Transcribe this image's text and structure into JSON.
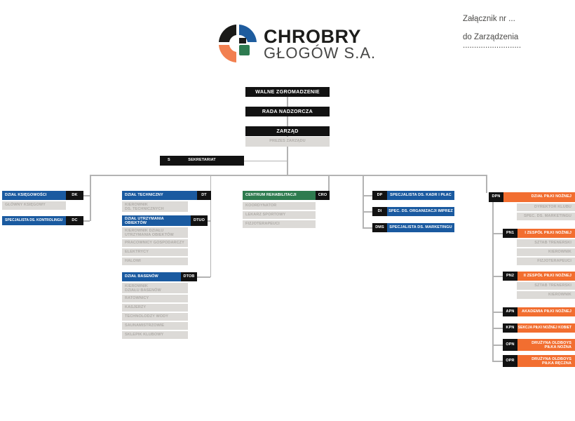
{
  "header": {
    "brand_top": "CHROBRY",
    "brand_bottom": "GŁOGÓW S.A.",
    "attachment_1": "Załącznik nr ...",
    "attachment_2": "do Zarządzenia .........................."
  },
  "top": {
    "walne": "WALNE ZGROMADZENIE",
    "rada": "RADA NADZORCZA",
    "zarzad": "ZARZĄD",
    "prezes": "PREZES ZARZĄDU",
    "sekretariat_code": "S",
    "sekretariat": "SEKRETARIAT"
  },
  "ksiegowosc": {
    "title": "DZIAŁ KSIĘGOWOŚCI",
    "code": "DK",
    "sub1": "GŁÓWNY KSIĘGOWY",
    "kontroling_title": "SPECJALISTA DS. KONTROLINGU",
    "kontroling_code": "DC"
  },
  "techniczny": {
    "title": "DZIAŁ TECHNICZNY",
    "code": "DT",
    "sub1": "KIEROWNIK\nDS. TECHNICZNYCH",
    "utrzymanie_title": "DZIAŁ UTRZYMANIA\nOBIEKTÓW",
    "utrzymanie_code": "DTUO",
    "utrzymanie_sub1": "KIEROWNIK DZIAŁU\nUTRZYMANIA OBIEKTÓW",
    "utrzymanie_sub2": "PRACOWNICY GOSPODARCZY",
    "utrzymanie_sub3": "ELEKTRYCY",
    "utrzymanie_sub4": "HALOWI",
    "baseny_title": "DZIAŁ BASENÓW",
    "baseny_code": "DTOB",
    "baseny_sub1": "KIEROWNIK\nDZIAŁU BASENÓW",
    "baseny_sub2": "RATOWNICY",
    "baseny_sub3": "KASJERZY",
    "baseny_sub4": "TECHNOLODZY WODY",
    "baseny_sub5": "SAUNAMISTRZOWIE",
    "baseny_sub6": "SKLEPIK KLUBOWY"
  },
  "rehabilitacja": {
    "title": "CENTRUM REHABILITACJI",
    "code": "CRO",
    "sub1": "KOORDYNATOR",
    "sub2": "LEKARZ SPORTOWY",
    "sub3": "FIZJOTERAPEUCI"
  },
  "specjalisci": {
    "kadry_code": "DP",
    "kadry": "SPECJALISTA DS. KADR I PŁAC",
    "imprezy_code": "DI",
    "imprezy": "SPEC. DS. ORGANIZACJI IMPREZ",
    "marketing_code": "DMS",
    "marketing": "SPECJALISTA DS. MARKETINGU"
  },
  "pilka": {
    "code": "DPN",
    "title": "DZIAŁ PIŁKI NOŻNEJ",
    "sub1": "DYREKTOR KLUBU",
    "sub2": "SPEC. DS. MARKETINGU",
    "pn1_code": "PN1",
    "pn1": "I ZESPÓŁ PIŁKI NOŻNEJ",
    "pn1_sub1": "SZTAB TRENERSKI",
    "pn1_sub2": "KIEROWNIK",
    "pn1_sub3": "FIZJOTERAPEUCI",
    "pn2_code": "PN2",
    "pn2": "II ZESPÓŁ PIŁKI NOŻNEJ",
    "pn2_sub1": "SZTAB TRENERSKI",
    "pn2_sub2": "KIEROWNIK",
    "apn_code": "APN",
    "apn": "AKADEMIA PIŁKI NOŻNEJ",
    "kpn_code": "KPN",
    "kpn": "SEKCJA PIŁKI NOŻNEJ KOBIET",
    "opn_code": "OPN",
    "opn": "DRUŻYNA OLDBOYS\nPIŁKA NOŻNA",
    "opr_code": "OPR",
    "opr": "DRUŻYNA OLDBOYS\nPIŁKA RĘCZNA"
  },
  "colors": {
    "blue": "#1a5aa0",
    "green": "#2e7b4f",
    "orange": "#f26e30",
    "black": "#121212",
    "gray_box": "#dcdad7",
    "gray_text": "#b0ada9",
    "line": "#b3b3b3"
  }
}
